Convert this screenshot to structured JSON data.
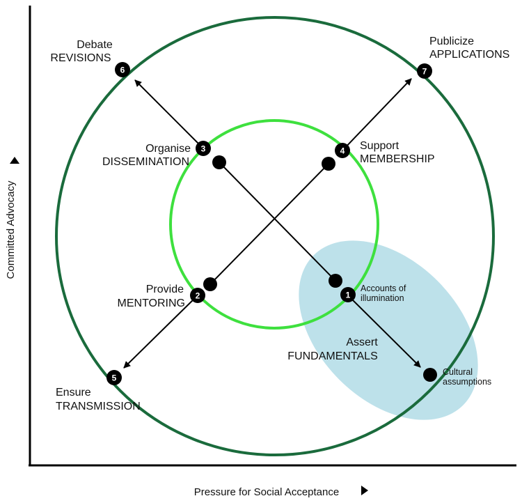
{
  "axes": {
    "y_label": "Committed Advocacy",
    "x_label": "Pressure for Social Acceptance"
  },
  "nodes": [
    {
      "num": "1",
      "label_lines": [
        "Accounts of",
        "illumination"
      ]
    },
    {
      "num": "2",
      "label_lines": [
        "Provide",
        "MENTORING"
      ]
    },
    {
      "num": "3",
      "label_lines": [
        "Organise",
        "DISSEMINATION"
      ]
    },
    {
      "num": "4",
      "label_lines": [
        "Support",
        "MEMBERSHIP"
      ]
    },
    {
      "num": "5",
      "label_lines": [
        "Ensure",
        "TRANSMISSION"
      ]
    },
    {
      "num": "6",
      "label_lines": [
        "Debate",
        "REVISIONS"
      ]
    },
    {
      "num": "7",
      "label_lines": [
        "Publicize",
        "APPLICATIONS"
      ]
    }
  ],
  "other_labels": {
    "fundamentals": [
      "Assert",
      "FUNDAMENTALS"
    ],
    "cultural": [
      "Cultural",
      "assumptions"
    ]
  },
  "colors": {
    "outer_circle": "#1a6b3c",
    "inner_circle": "#3ee03e",
    "ellipse_fill": "#bde1ea",
    "marker": "#000000"
  }
}
